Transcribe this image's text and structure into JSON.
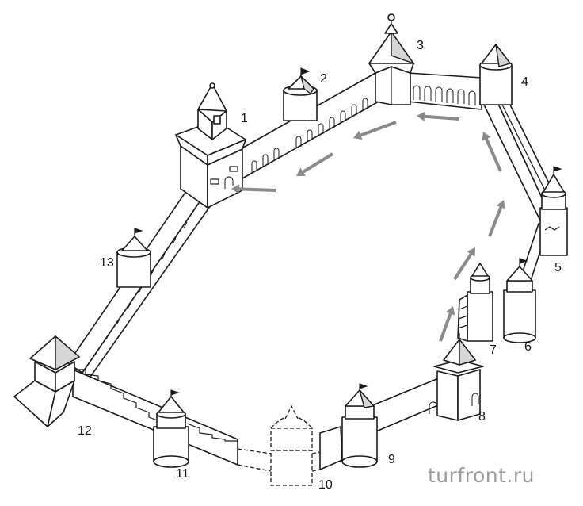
{
  "diagram": {
    "tower_labels": [
      "1",
      "2",
      "3",
      "4",
      "5",
      "6",
      "7",
      "8",
      "9",
      "10",
      "11",
      "12",
      "13"
    ],
    "watermark": "turfront.ru",
    "arrow_color": "#8a8a8a",
    "line_color": "#1a1a1a"
  }
}
